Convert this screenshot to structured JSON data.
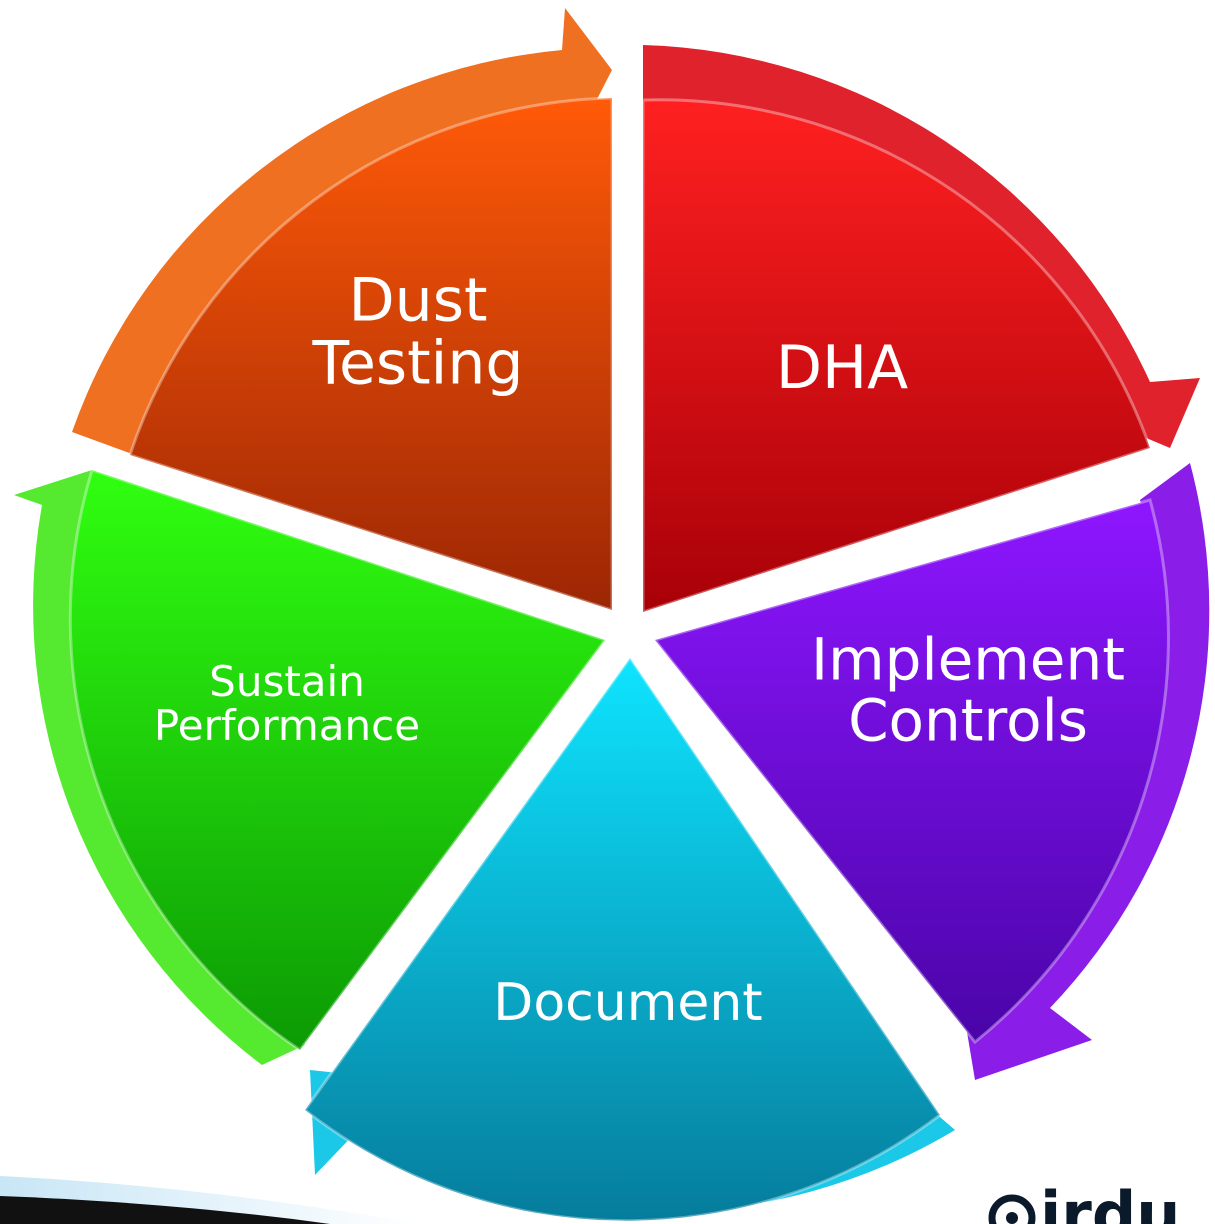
{
  "diagram": {
    "type": "cycle",
    "direction": "clockwise",
    "segments": [
      {
        "id": "dha",
        "label_lines": [
          "DHA"
        ],
        "color": "#d9101a",
        "arrow_color": "#e0222c"
      },
      {
        "id": "implement-controls",
        "label_lines": [
          "Implement",
          "Controls"
        ],
        "color": "#6a0ad0",
        "arrow_color": "#8a1ee8"
      },
      {
        "id": "document",
        "label_lines": [
          "Document"
        ],
        "color": "#0aa8cc",
        "arrow_color": "#1cc8e8"
      },
      {
        "id": "sustain-performance",
        "label_lines": [
          "Sustain",
          "Performance"
        ],
        "color": "#22d20e",
        "arrow_color": "#55ea30"
      },
      {
        "id": "dust-testing",
        "label_lines": [
          "Dust",
          "Testing"
        ],
        "color": "#e8480a",
        "arrow_color": "#f07022"
      }
    ]
  },
  "logo": {
    "text": "eirdu",
    "color": "#0a1a2a"
  },
  "decor": {
    "banner_color": "#111111",
    "banner_highlight": "#9fd0ec"
  }
}
